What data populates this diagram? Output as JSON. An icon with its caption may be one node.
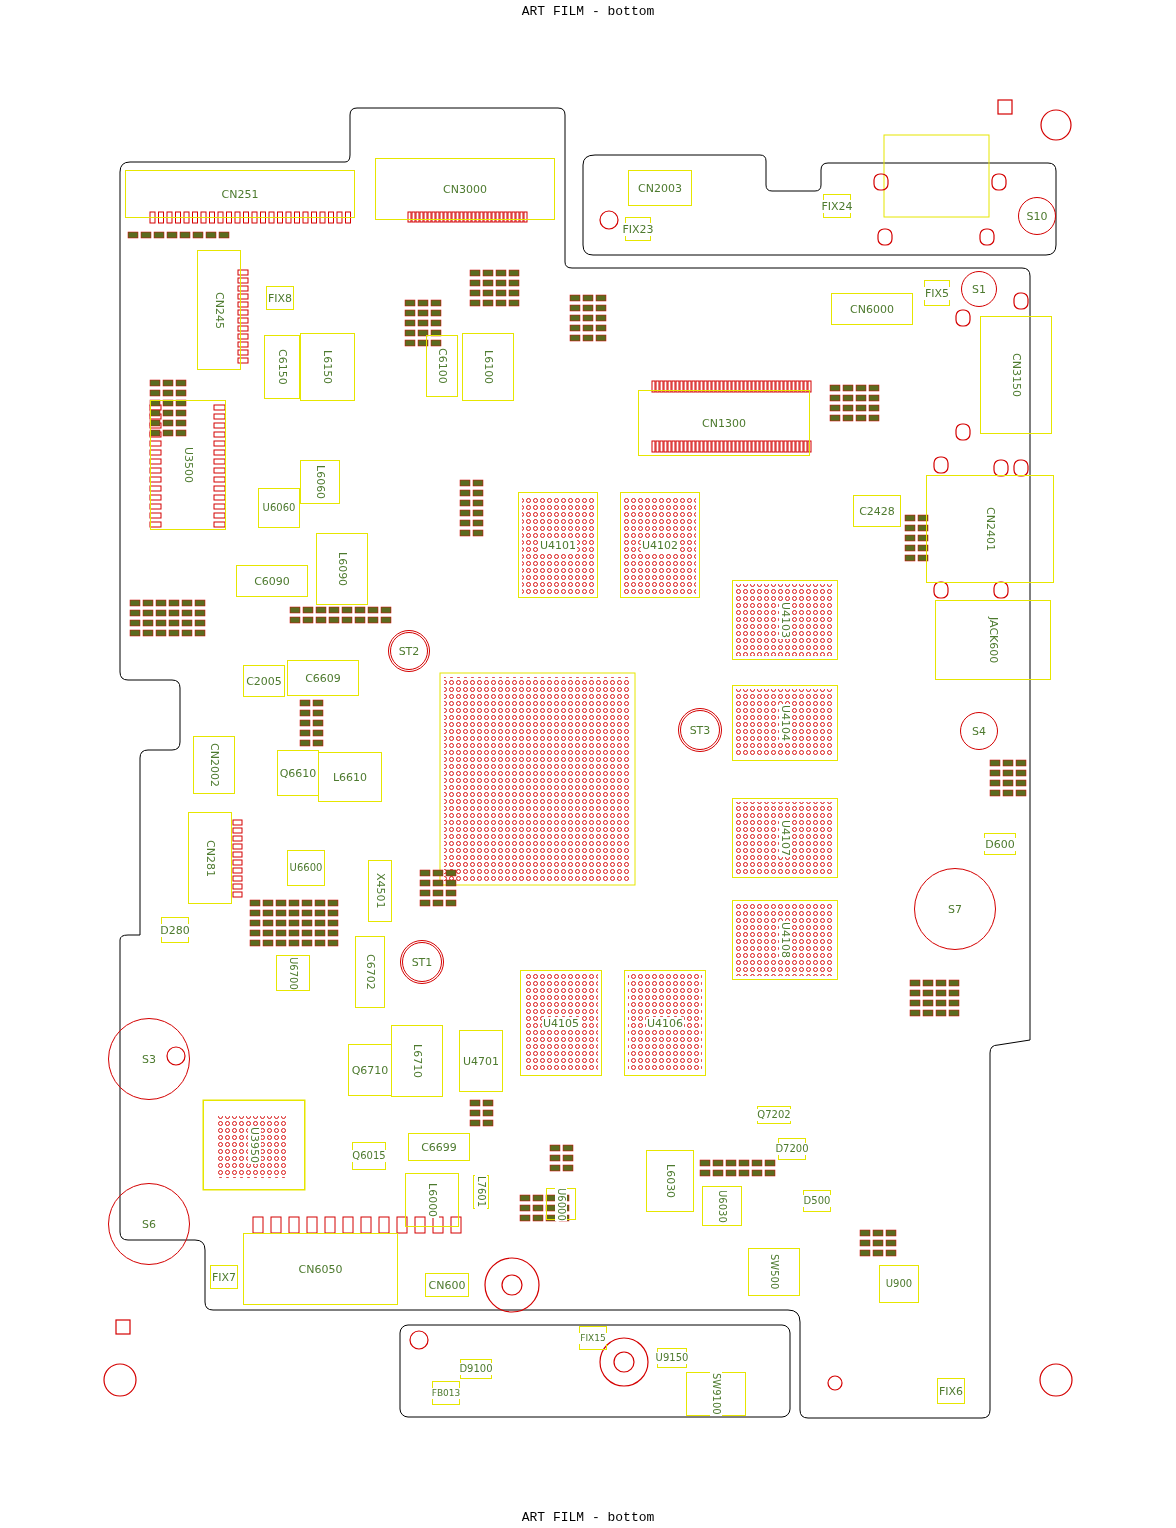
{
  "diagram": {
    "nodes": [
      {
        "text": [
          "CN251"
        ]
      },
      {
        "text": [
          "CN3000"
        ]
      },
      {
        "text": [
          "CN2003"
        ]
      },
      {
        "text": [
          "FIX23"
        ]
      },
      {
        "text": [
          "FIX24"
        ]
      },
      {
        "text": [
          "S10"
        ]
      },
      {
        "text": [
          "CN245"
        ]
      },
      {
        "text": [
          "FIX8"
        ]
      },
      {
        "text": [
          "CN6000"
        ]
      },
      {
        "text": [
          "FIX5"
        ]
      },
      {
        "text": [
          "S1"
        ]
      },
      {
        "text": [
          "CN3150"
        ]
      },
      {
        "text": [
          "C6150"
        ]
      },
      {
        "text": [
          "L6150"
        ]
      },
      {
        "text": [
          "C6100"
        ]
      },
      {
        "text": [
          "L6100"
        ]
      },
      {
        "text": [
          "CN1300"
        ]
      },
      {
        "text": [
          "U3500"
        ]
      },
      {
        "text": [
          "L6060"
        ]
      },
      {
        "text": [
          "U6060"
        ]
      },
      {
        "text": [
          "C2428"
        ]
      },
      {
        "text": [
          "CN2401"
        ]
      },
      {
        "text": [
          "U4101"
        ]
      },
      {
        "text": [
          "U4102"
        ]
      },
      {
        "text": [
          "L6090"
        ]
      },
      {
        "text": [
          "C6090"
        ]
      },
      {
        "text": [
          "U4103"
        ]
      },
      {
        "text": [
          "JACK600"
        ]
      },
      {
        "text": [
          "ST2"
        ]
      },
      {
        "text": [
          "C2005"
        ]
      },
      {
        "text": [
          "C6609"
        ]
      },
      {
        "text": [
          "ST3"
        ]
      },
      {
        "text": [
          "U4104"
        ]
      },
      {
        "text": [
          "S4"
        ]
      },
      {
        "text": [
          "CN2002"
        ]
      },
      {
        "text": [
          "Q6610"
        ]
      },
      {
        "text": [
          "L6610"
        ]
      },
      {
        "text": [
          "CN281"
        ]
      },
      {
        "text": [
          "U6600"
        ]
      },
      {
        "text": [
          "X4501"
        ]
      },
      {
        "text": [
          "U4107"
        ]
      },
      {
        "text": [
          "D600"
        ]
      },
      {
        "text": [
          "S7"
        ]
      },
      {
        "text": [
          "U4108"
        ]
      },
      {
        "text": [
          "D280"
        ]
      },
      {
        "text": [
          "ST1"
        ]
      },
      {
        "text": [
          "U6700"
        ]
      },
      {
        "text": [
          "C6702"
        ]
      },
      {
        "text": [
          "S3"
        ]
      },
      {
        "text": [
          "U4105"
        ]
      },
      {
        "text": [
          "U4106"
        ]
      },
      {
        "text": [
          "L6710"
        ]
      },
      {
        "text": [
          "U4701"
        ]
      },
      {
        "text": [
          "Q6710"
        ]
      },
      {
        "text": [
          "U3950"
        ]
      },
      {
        "text": [
          "C6699"
        ]
      },
      {
        "text": [
          "Q6015"
        ]
      },
      {
        "text": [
          "L6030"
        ]
      },
      {
        "text": [
          "Q7202"
        ]
      },
      {
        "text": [
          "D7200"
        ]
      },
      {
        "text": [
          "L6000"
        ]
      },
      {
        "text": [
          "L7601"
        ]
      },
      {
        "text": [
          "U6000"
        ]
      },
      {
        "text": [
          "U6030"
        ]
      },
      {
        "text": [
          "D500"
        ]
      },
      {
        "text": [
          "S6"
        ]
      },
      {
        "text": [
          "CN6050"
        ]
      },
      {
        "text": [
          "FIX7"
        ]
      },
      {
        "text": [
          "CN600"
        ]
      },
      {
        "text": [
          "SW500"
        ]
      },
      {
        "text": [
          "U900"
        ]
      },
      {
        "text": [
          "FIX15"
        ]
      },
      {
        "text": [
          "D9100"
        ]
      },
      {
        "text": [
          "U9150"
        ]
      },
      {
        "text": [
          "FB013"
        ]
      },
      {
        "text": [
          "SW9100"
        ]
      },
      {
        "text": [
          "FIX6"
        ]
      }
    ],
    "labels": [
      "ART FILM - bottom",
      "ART FILM - bottom"
    ]
  }
}
